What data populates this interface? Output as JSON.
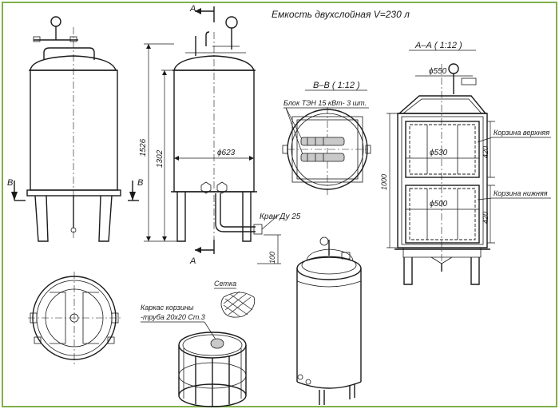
{
  "title": "Емкость двухслойная V=230 л",
  "views": {
    "section_aa": "А–А ( 1:12 )",
    "section_bb": "В–В ( 1:12 )"
  },
  "cut_marks": {
    "a": "А",
    "b": "В"
  },
  "dimensions": {
    "total_height": "1526",
    "body_height": "1302",
    "body_diameter": "ϕ623",
    "leg_height": "100",
    "inner_height": "1000",
    "basket_top_height": "420",
    "basket_bottom_height": "420",
    "lid_diameter": "ϕ550",
    "basket_top_diameter": "ϕ530",
    "basket_bottom_diameter": "ϕ500"
  },
  "callouts": {
    "valve": "Кран Ду 25",
    "heater": "Блок ТЭН 15 кВт- 3 шт.",
    "basket_top": "Корзина верхняя",
    "basket_bottom": "Корзина нижняя",
    "mesh": "Сетка",
    "frame_line1": "Каркас корзины",
    "frame_line2": "-труба 20х20 Ст.3"
  }
}
